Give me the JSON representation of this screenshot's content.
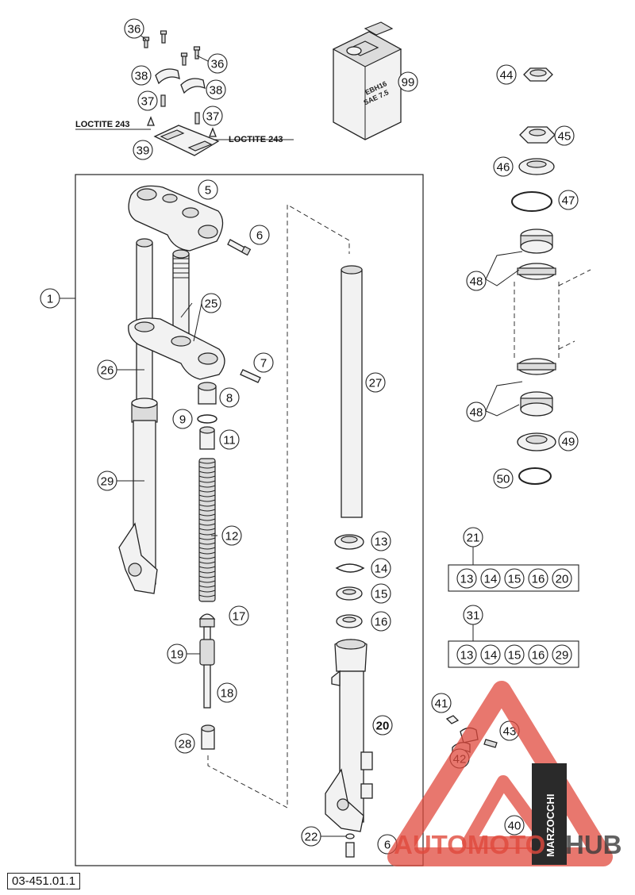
{
  "diagram": {
    "document_number": "03-451.01.1",
    "loctite_left": "LOCTITE 243",
    "loctite_right": "LOCTITE 243",
    "oil_can_line1": "EBH16",
    "oil_can_line2": "SAE 7.5",
    "kit_21_label": "21",
    "kit_21_items": [
      "13",
      "14",
      "15",
      "16",
      "20"
    ],
    "kit_31_label": "31",
    "kit_31_items": [
      "13",
      "14",
      "15",
      "16",
      "29"
    ],
    "callouts": [
      {
        "id": "c36a",
        "label": "36"
      },
      {
        "id": "c36b",
        "label": "36"
      },
      {
        "id": "c38a",
        "label": "38"
      },
      {
        "id": "c38b",
        "label": "38"
      },
      {
        "id": "c37a",
        "label": "37"
      },
      {
        "id": "c37b",
        "label": "37"
      },
      {
        "id": "c39",
        "label": "39"
      },
      {
        "id": "c99",
        "label": "99"
      },
      {
        "id": "c44",
        "label": "44"
      },
      {
        "id": "c45",
        "label": "45"
      },
      {
        "id": "c46",
        "label": "46"
      },
      {
        "id": "c47",
        "label": "47"
      },
      {
        "id": "c48a",
        "label": "48"
      },
      {
        "id": "c48b",
        "label": "48"
      },
      {
        "id": "c49",
        "label": "49"
      },
      {
        "id": "c50",
        "label": "50"
      },
      {
        "id": "c1",
        "label": "1"
      },
      {
        "id": "c5",
        "label": "5"
      },
      {
        "id": "c6a",
        "label": "6"
      },
      {
        "id": "c25",
        "label": "25"
      },
      {
        "id": "c7",
        "label": "7"
      },
      {
        "id": "c26",
        "label": "26"
      },
      {
        "id": "c8",
        "label": "8"
      },
      {
        "id": "c9",
        "label": "9"
      },
      {
        "id": "c11",
        "label": "11"
      },
      {
        "id": "c27",
        "label": "27"
      },
      {
        "id": "c29",
        "label": "29"
      },
      {
        "id": "c12",
        "label": "12"
      },
      {
        "id": "c13",
        "label": "13"
      },
      {
        "id": "c14",
        "label": "14"
      },
      {
        "id": "c15",
        "label": "15"
      },
      {
        "id": "c16",
        "label": "16"
      },
      {
        "id": "c17",
        "label": "17"
      },
      {
        "id": "c19",
        "label": "19"
      },
      {
        "id": "c18",
        "label": "18"
      },
      {
        "id": "c20",
        "label": "20"
      },
      {
        "id": "c28",
        "label": "28"
      },
      {
        "id": "c41",
        "label": "41"
      },
      {
        "id": "c43",
        "label": "43"
      },
      {
        "id": "c42",
        "label": "42"
      },
      {
        "id": "c40",
        "label": "40"
      },
      {
        "id": "c22",
        "label": "22"
      },
      {
        "id": "c6b",
        "label": "6"
      }
    ]
  },
  "watermark": {
    "text_part1": "AUTOMOTO",
    "text_part2": "HUB",
    "brand_vertical": "MARZOCCHI",
    "accent_color": "#e04a3d",
    "dark_color": "#3a3a3a"
  }
}
